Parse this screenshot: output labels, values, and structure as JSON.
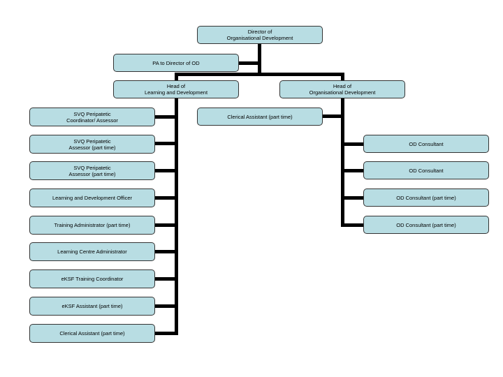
{
  "style": {
    "box_fill": "#b8dde3",
    "box_border": "#333333",
    "connector": "#000000"
  },
  "director": "Director of\nOrganisational Development",
  "pa": "PA to Director of OD",
  "head_ld": "Head of\nLearning and Development",
  "head_od": "Head of\nOrganisational Development",
  "ld_staff": [
    "SVQ Peripatetic\nCoordinator/ Assessor",
    "SVQ Peripatetic\nAssessor (part time)",
    "SVQ Peripatetic\nAssessor (part time)",
    "Learning and Development Officer",
    "Training Administrator (part time)",
    "Learning Centre  Administrator",
    "eKSF Training Coordinator",
    "eKSF Assistant (part time)",
    "Clerical Assistant (part time)"
  ],
  "od_clerical": "Clerical Assistant (part time)",
  "od_consultants": [
    "OD Consultant",
    "OD Consultant",
    "OD Consultant (part time)",
    "OD Consultant (part time)"
  ]
}
